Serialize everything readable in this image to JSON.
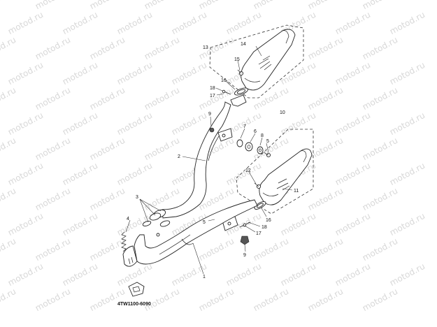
{
  "watermark": "motod.ru",
  "diagram_code": "4TW1100-6090",
  "callouts": {
    "c1": "1",
    "c2": "2",
    "c3": "3",
    "c4": "4",
    "c5a": "5",
    "c5b": "5",
    "c6": "6",
    "c7": "7",
    "c8": "8",
    "c9a": "9",
    "c9b": "9",
    "c10": "10",
    "c11": "11",
    "c12": "12",
    "c13": "13",
    "c14": "14",
    "c15": "15",
    "c16a": "16",
    "c16b": "16",
    "c17a": "17",
    "c17b": "17",
    "c18a": "18",
    "c18b": "18"
  },
  "colors": {
    "line": "#222222",
    "watermark": "#d8d8d8",
    "background": "#ffffff"
  }
}
